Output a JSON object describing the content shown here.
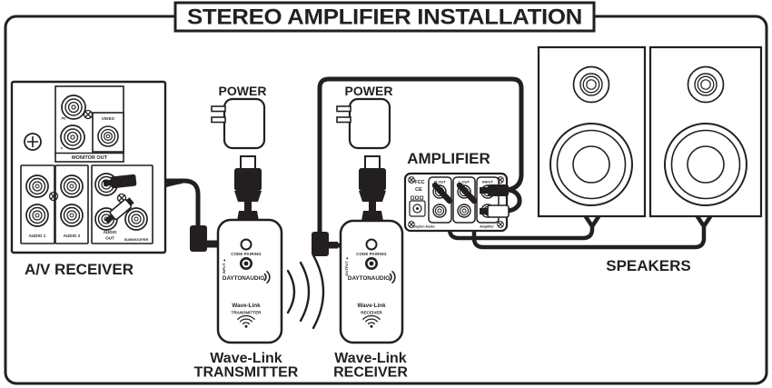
{
  "title": "STEREO AMPLIFIER INSTALLATION",
  "colors": {
    "ink": "#231f20",
    "background": "#ffffff"
  },
  "av_receiver": {
    "label": "A/V RECEIVER",
    "pb_label": "Pb",
    "y_label": "Y",
    "video_label": "VIDEO",
    "monitor_out_label": "MONITOR OUT",
    "audio1_label": "AUDIO 1",
    "audio2_label": "AUDIO 2",
    "audio_out_line1": "AUDIO",
    "audio_out_line2": "OUT",
    "subwoofer_label": "SUBWOOFER"
  },
  "transmitter": {
    "power_label": "POWER",
    "port_label": "INPUT ▲",
    "code_pairing_label": "CODE PAIRING",
    "brand": "DAYTONAUDIO",
    "device_line1": "Wave-Link",
    "device_line2": "TRANSMITTER",
    "caption_line1": "Wave-Link",
    "caption_line2": "TRANSMITTER"
  },
  "receiver": {
    "power_label": "POWER",
    "port_label": "OUTPUT ▲",
    "code_pairing_label": "CODE PAIRING",
    "brand": "DAYTONAUDIO",
    "device_line1": "Wave-Link",
    "device_line2": "RECEIVER",
    "caption_line1": "Wave-Link",
    "caption_line2": "RECEIVER"
  },
  "amplifier": {
    "label": "AMPLIFIER",
    "fcc_label": "FCC",
    "ce_label": "CE",
    "r_out_label": "R OUT",
    "l_out_label": "L OUT",
    "input_label": "INPUT",
    "brand_label": "Dayton Audio",
    "model_label": "Amplifier"
  },
  "speakers": {
    "label": "SPEAKERS"
  }
}
